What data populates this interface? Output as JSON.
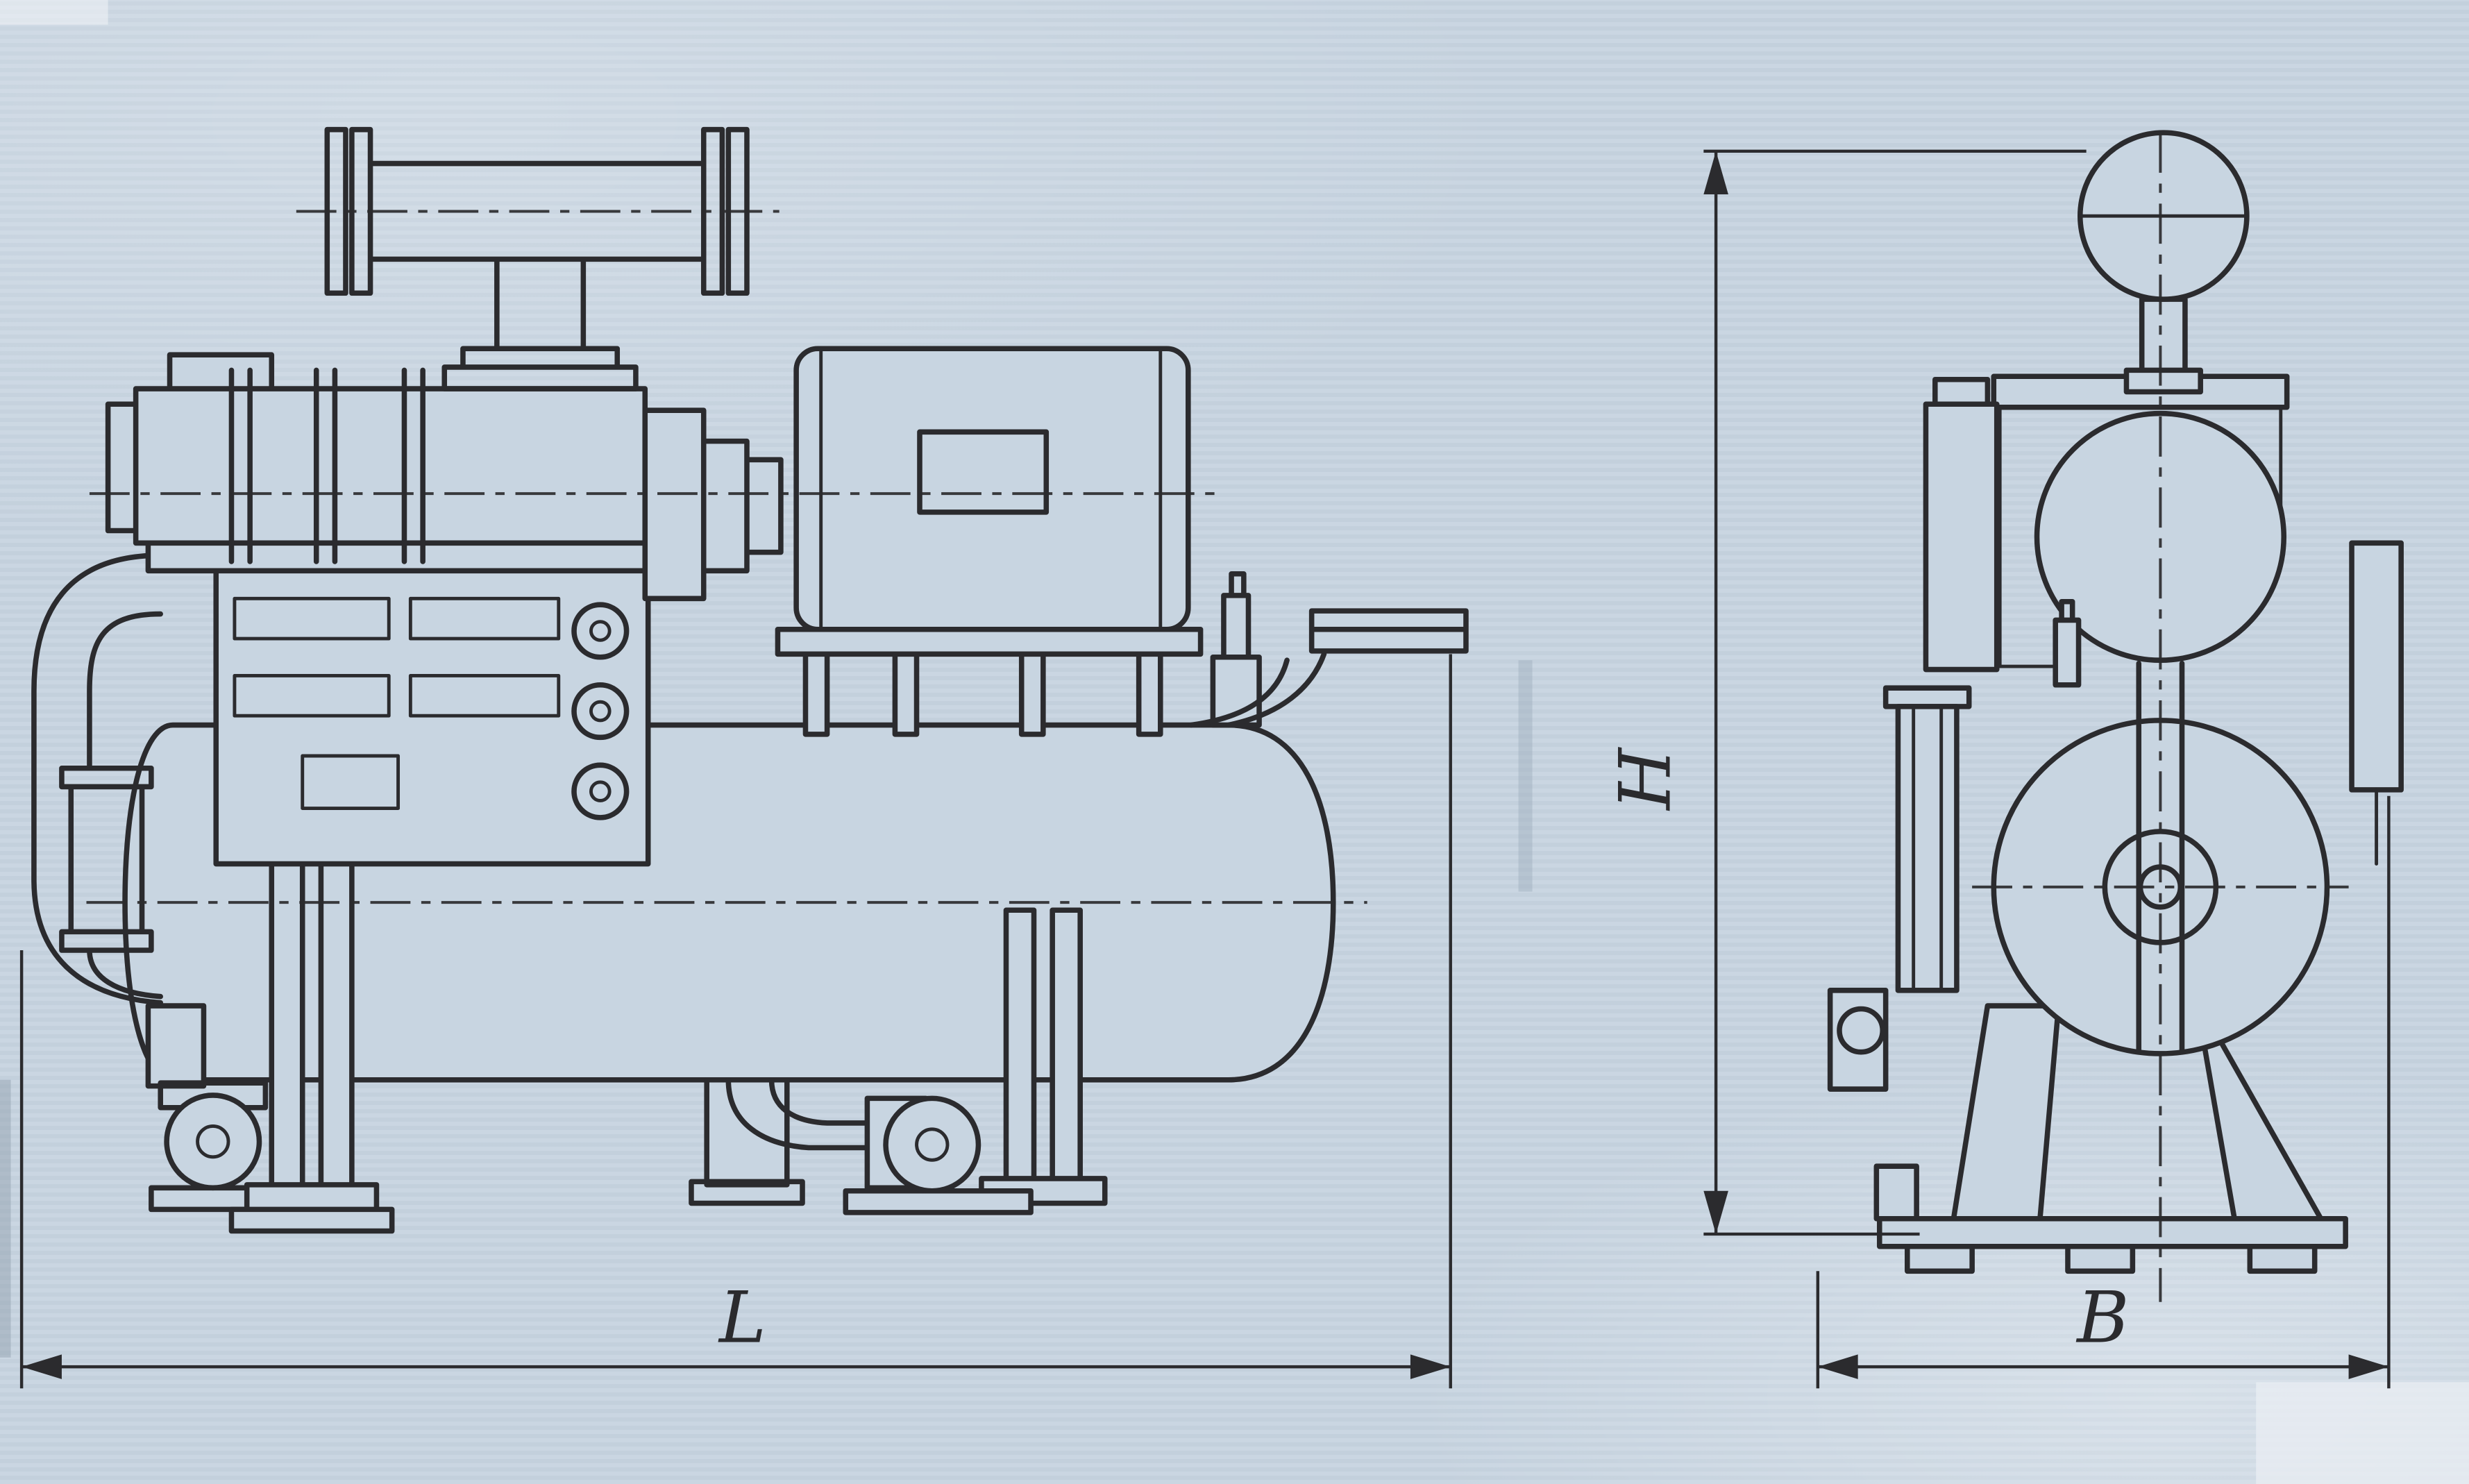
{
  "drawing": {
    "dimension_labels": {
      "length": "L",
      "height": "H",
      "width": "B"
    },
    "colors": {
      "paper": "#c8d5e1",
      "ink": "#2b2b2e"
    }
  }
}
